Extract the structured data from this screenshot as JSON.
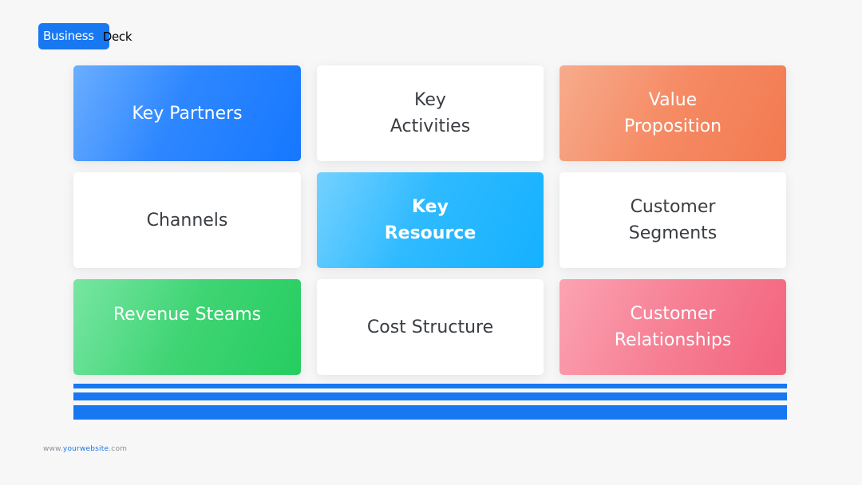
{
  "logo": {
    "highlight": "Business",
    "rest": "Deck"
  },
  "cards": [
    {
      "label": "Key Partners",
      "style": "blue"
    },
    {
      "label": "Key\nActivities",
      "style": "white"
    },
    {
      "label": "Value\nProposition",
      "style": "orange"
    },
    {
      "label": "Channels",
      "style": "white"
    },
    {
      "label": "Key\nResource",
      "style": "cyan"
    },
    {
      "label": "Customer\nSegments",
      "style": "white"
    },
    {
      "label": "Revenue Steams",
      "style": "green"
    },
    {
      "label": "Cost Structure",
      "style": "white"
    },
    {
      "label": "Customer\nRelationships",
      "style": "pink"
    }
  ],
  "footer": {
    "prefix": "www.",
    "accent": "yourwebsite",
    "suffix": ".com"
  },
  "colors": {
    "accent": "#1778f2",
    "background": "#f7f7f8"
  }
}
